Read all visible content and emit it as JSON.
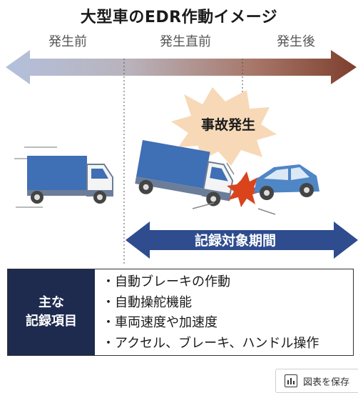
{
  "title": "大型車のEDR作動イメージ",
  "phases": {
    "before": "発生前",
    "just_before": "発生直前",
    "after": "発生後"
  },
  "accident_label": "事故発生",
  "record_period_label": "記録対象期間",
  "record_box": {
    "heading_line1": "主な",
    "heading_line2": "記録項目",
    "items": [
      "・自動ブレーキの作動",
      "・自動操舵機能",
      "・車両速度や加速度",
      "・アクセル、ブレーキ、ハンドル操作"
    ]
  },
  "save_button_label": "図表を保存",
  "colors": {
    "timeline_start": "#aebad6",
    "timeline_end": "#8a4a3a",
    "period_arrow": "#2f4c8f",
    "record_head_bg": "#1e2b4f",
    "truck_blue": "#3f6fb5",
    "burst": "#f7d9b8"
  }
}
